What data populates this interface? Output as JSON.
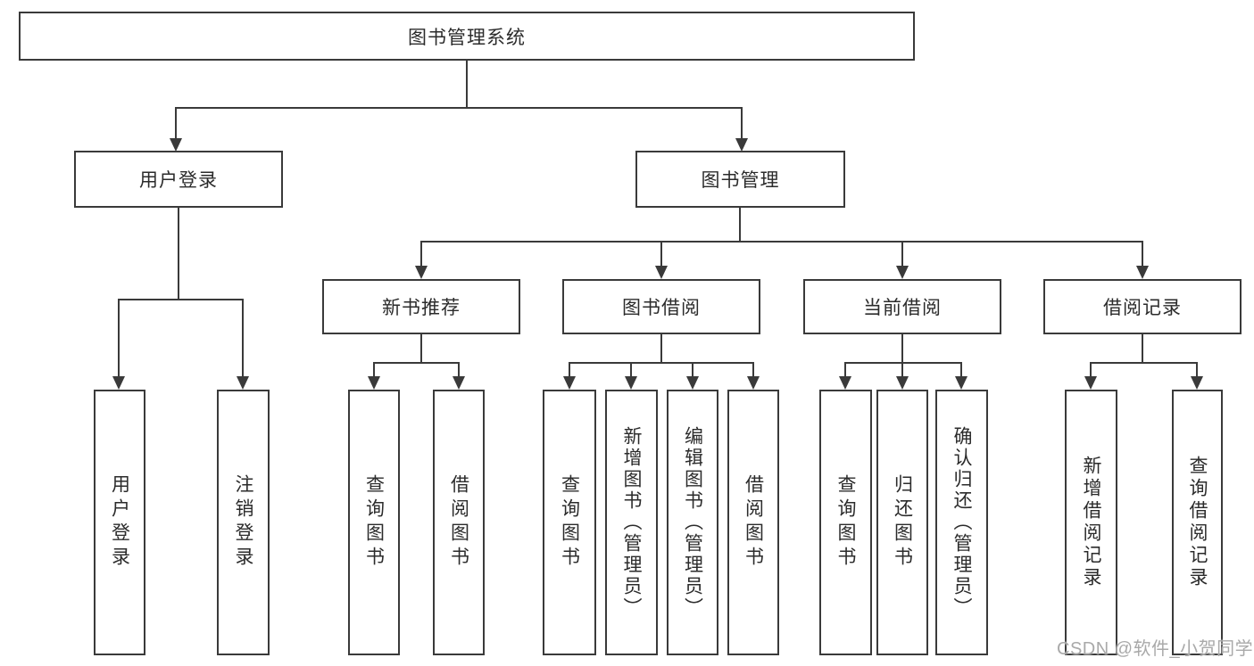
{
  "nodes": {
    "root": {
      "label": "图书管理系统"
    },
    "user_login": {
      "label": "用户登录"
    },
    "book_mgmt": {
      "label": "图书管理"
    },
    "new_book_rec": {
      "label": "新书推荐"
    },
    "book_borrow": {
      "label": "图书借阅"
    },
    "current_borrow": {
      "label": "当前借阅"
    },
    "borrow_records": {
      "label": "借阅记录"
    },
    "leaf_user_login": {
      "label": "用户登录"
    },
    "leaf_logout": {
      "label": "注销登录"
    },
    "leaf_rec_query_books": {
      "label": "查询图书"
    },
    "leaf_rec_borrow_books": {
      "label": "借阅图书"
    },
    "leaf_bb_query_books": {
      "label": "查询图书"
    },
    "leaf_bb_add_books": {
      "label": "新增图书（管理员）"
    },
    "leaf_bb_edit_books": {
      "label": "编辑图书（管理员）"
    },
    "leaf_bb_borrow_books": {
      "label": "借阅图书"
    },
    "leaf_cb_query_books": {
      "label": "查询图书"
    },
    "leaf_cb_return_books": {
      "label": "归还图书"
    },
    "leaf_cb_confirm_return": {
      "label": "确认归还（管理员）"
    },
    "leaf_br_add_record": {
      "label": "新增借阅记录"
    },
    "leaf_br_query_record": {
      "label": "查询借阅记录"
    }
  },
  "watermark": {
    "text": "CSDN @软件_小贺同学"
  },
  "colors": {
    "line": "#3a3a3a",
    "text": "#2b2b2b",
    "watermark": "#a9a9a9",
    "background": "#ffffff"
  }
}
